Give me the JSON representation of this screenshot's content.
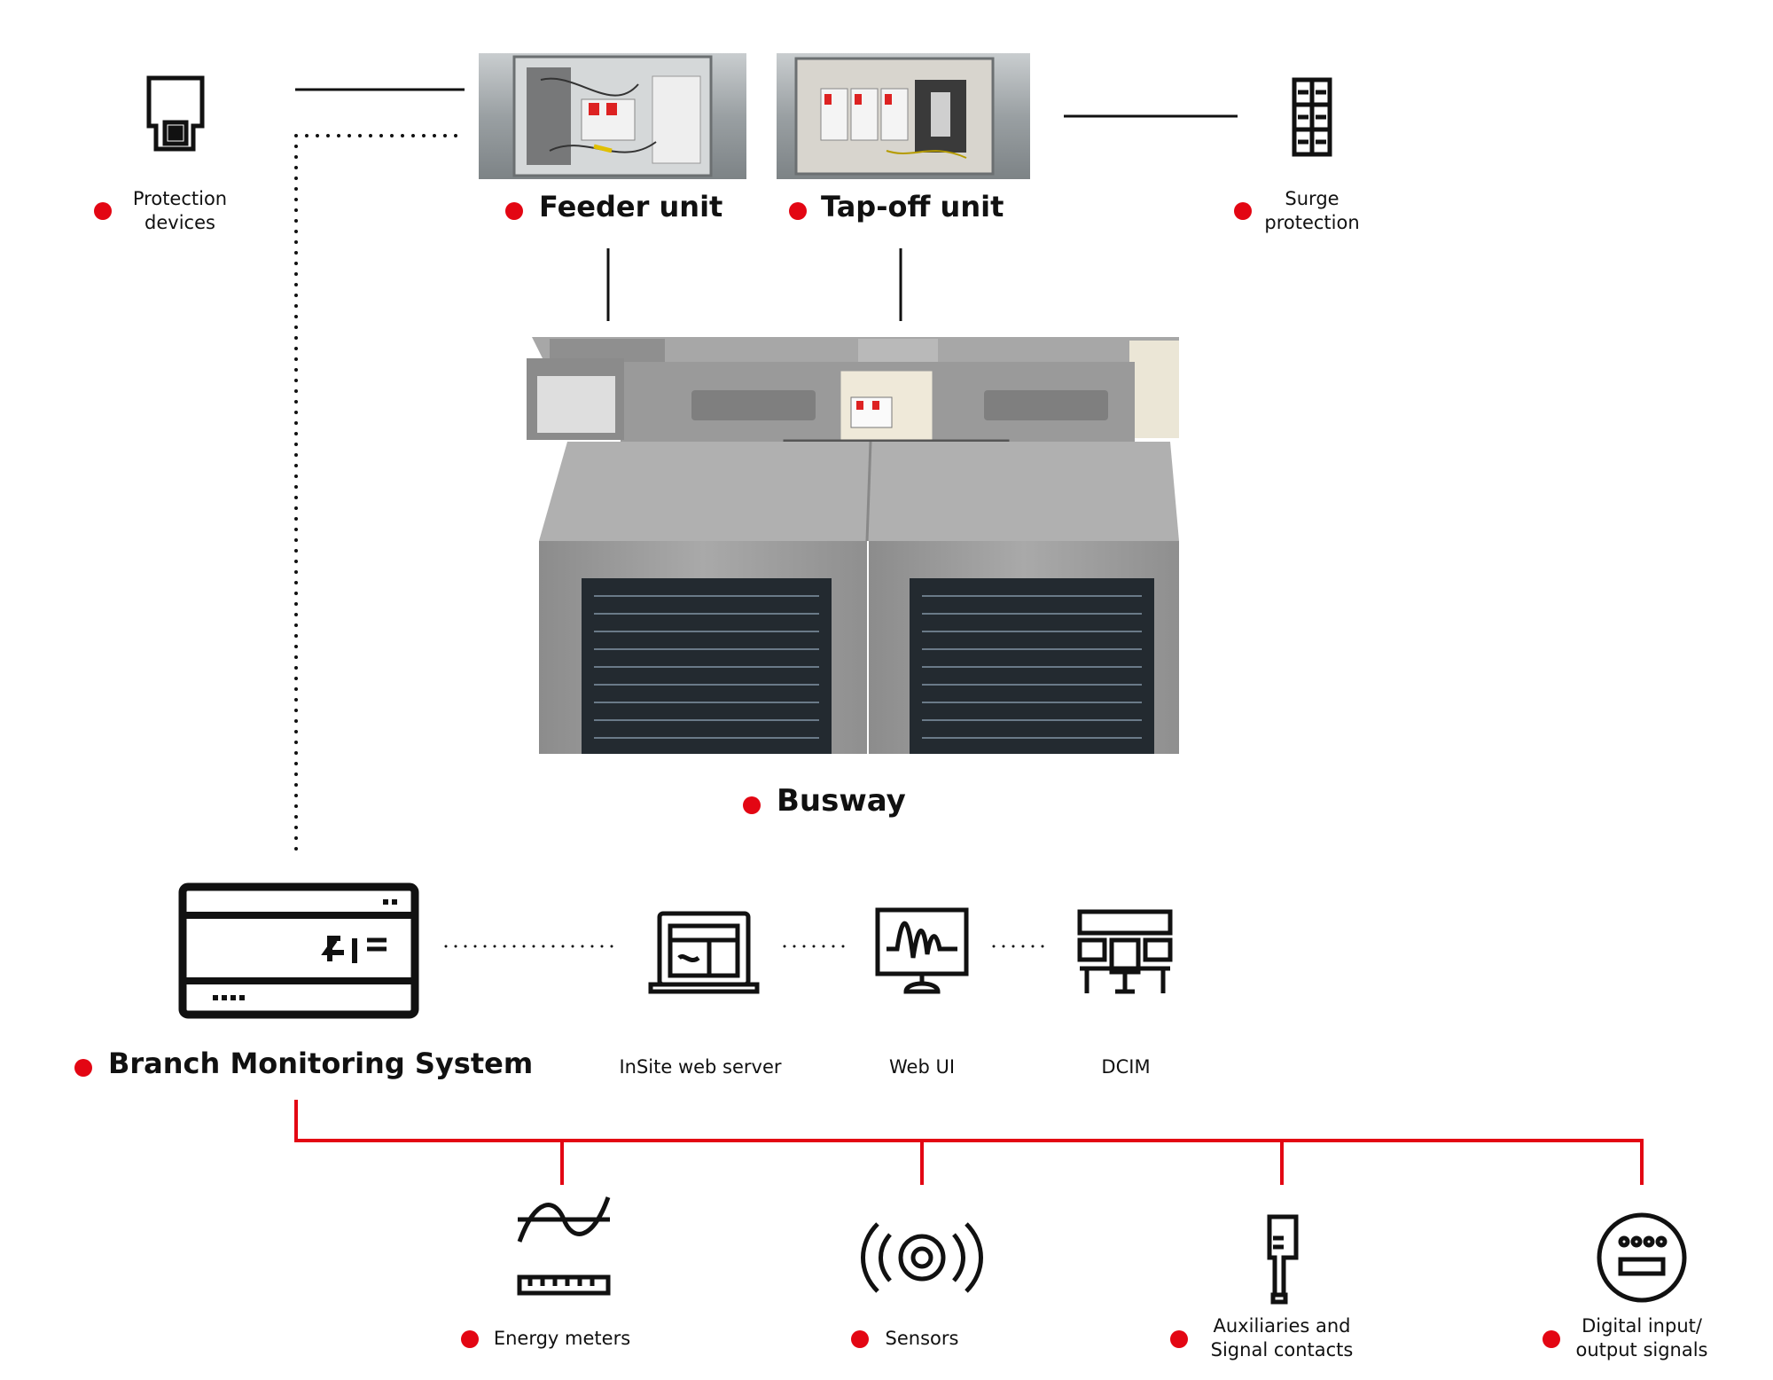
{
  "colors": {
    "accent": "#e30613",
    "line": "#111111"
  },
  "top": {
    "protection_devices": {
      "label": "Protection\ndevices",
      "icon": "breaker-module-icon"
    },
    "feeder_unit": {
      "label": "Feeder unit"
    },
    "tapoff_unit": {
      "label": "Tap-off unit"
    },
    "surge_protection": {
      "label": "Surge\nprotection",
      "icon": "surge-arrester-icon"
    }
  },
  "busway": {
    "label": "Busway"
  },
  "bms": {
    "label": "Branch Monitoring System",
    "icon": "bms-device-icon"
  },
  "software": [
    {
      "label": "InSite web server",
      "icon": "laptop-icon"
    },
    {
      "label": "Web UI",
      "icon": "monitor-waveform-icon"
    },
    {
      "label": "DCIM",
      "icon": "control-room-icon"
    }
  ],
  "inputs": [
    {
      "label": "Energy meters",
      "icon": "energy-meter-icon"
    },
    {
      "label": "Sensors",
      "icon": "sensor-icon"
    },
    {
      "label": "Auxiliaries and\nSignal contacts",
      "icon": "auxiliary-contact-icon"
    },
    {
      "label": "Digital input/\noutput signals",
      "icon": "io-module-icon"
    }
  ]
}
